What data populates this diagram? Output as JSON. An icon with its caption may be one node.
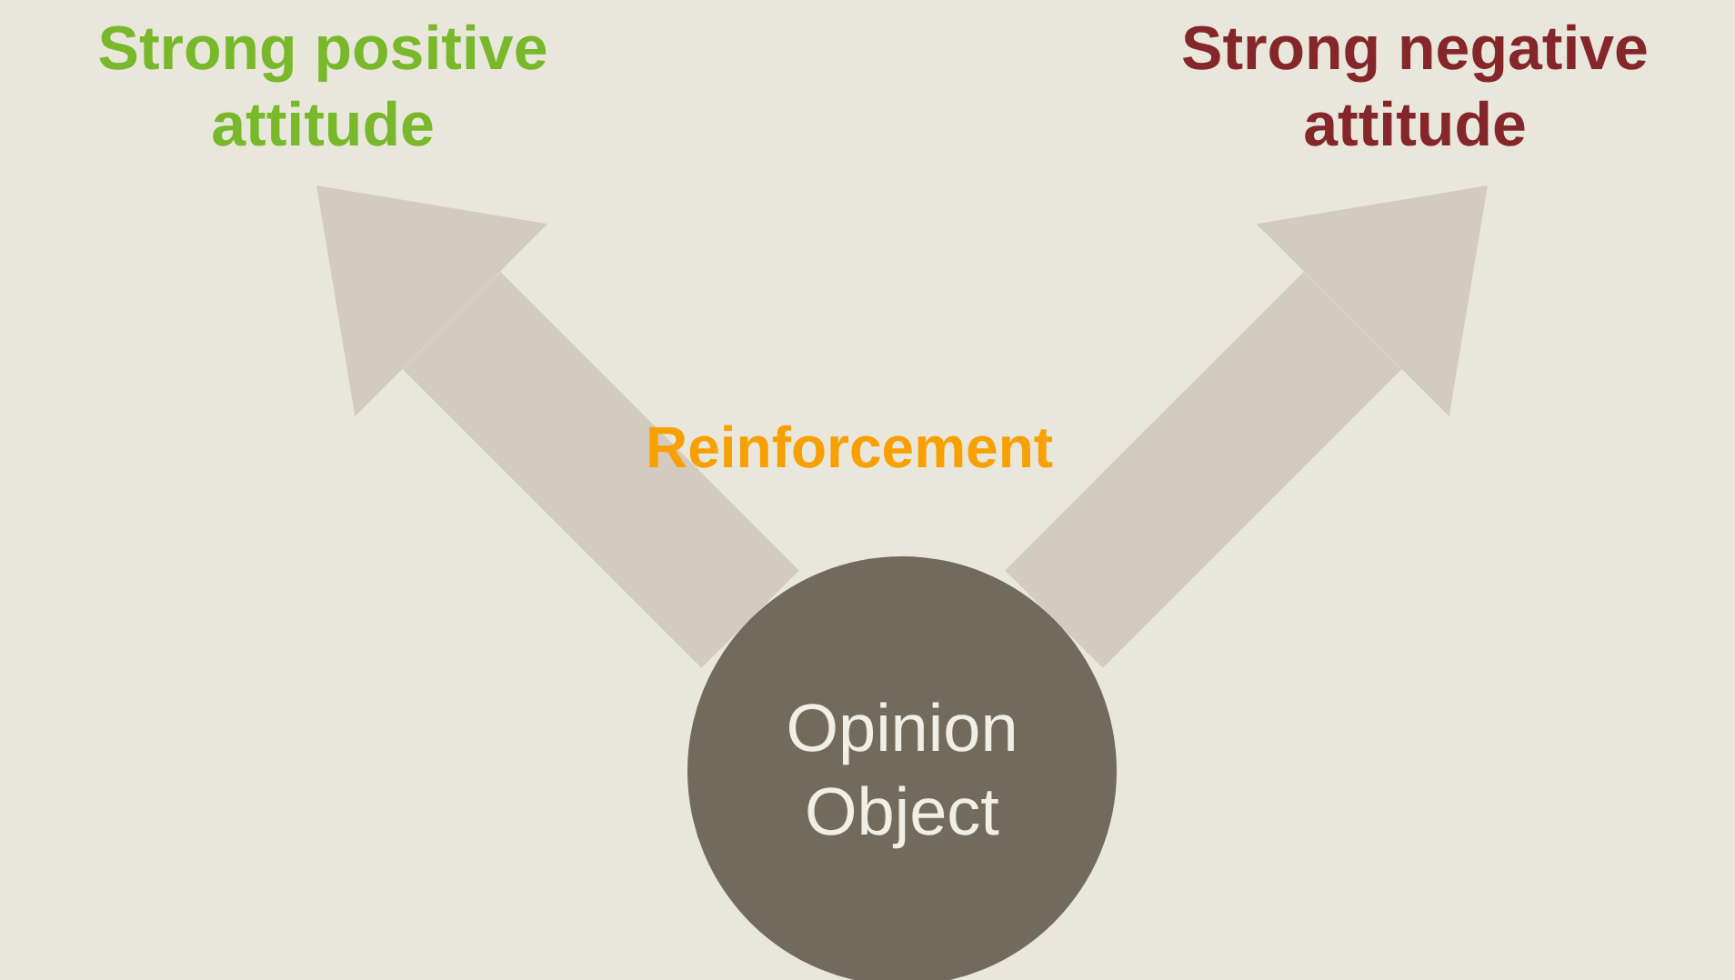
{
  "diagram": {
    "nodes": [
      {
        "text": [
          "Strong positive attitude"
        ]
      },
      {
        "text": [
          "Strong negative attitude"
        ]
      },
      {
        "text": [
          "Opinion Object"
        ]
      }
    ],
    "edges": [
      {
        "from": 2,
        "to": 0,
        "arrow": "to"
      },
      {
        "from": 2,
        "to": 1,
        "arrow": "to"
      }
    ],
    "labels": [
      "Reinforcement"
    ]
  }
}
